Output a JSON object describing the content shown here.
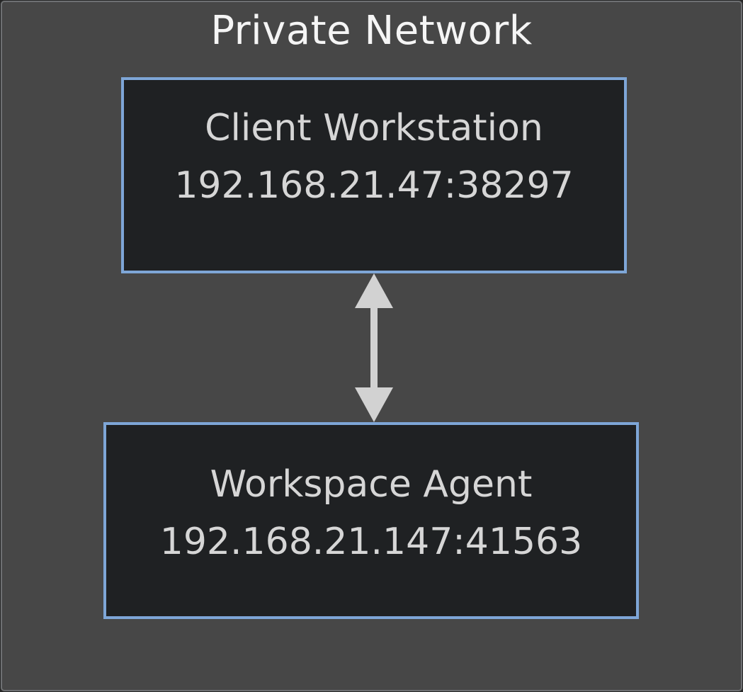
{
  "diagram": {
    "title": "Private Network",
    "nodes": [
      {
        "id": "client-workstation",
        "label": "Client Workstation",
        "address": "192.168.21.47:38297"
      },
      {
        "id": "workspace-agent",
        "label": "Workspace Agent",
        "address": "192.168.21.147:41563"
      }
    ],
    "connection": {
      "type": "bidirectional-vertical-arrow",
      "from": "client-workstation",
      "to": "workspace-agent"
    },
    "colors": {
      "canvas_background": "#474747",
      "canvas_border": "#6e7072",
      "node_background": "#1f2123",
      "node_border": "#7ea6d7",
      "node_text": "#d6d6d6",
      "title_text": "#f5f5f5",
      "arrow": "#d2d2d2"
    }
  }
}
